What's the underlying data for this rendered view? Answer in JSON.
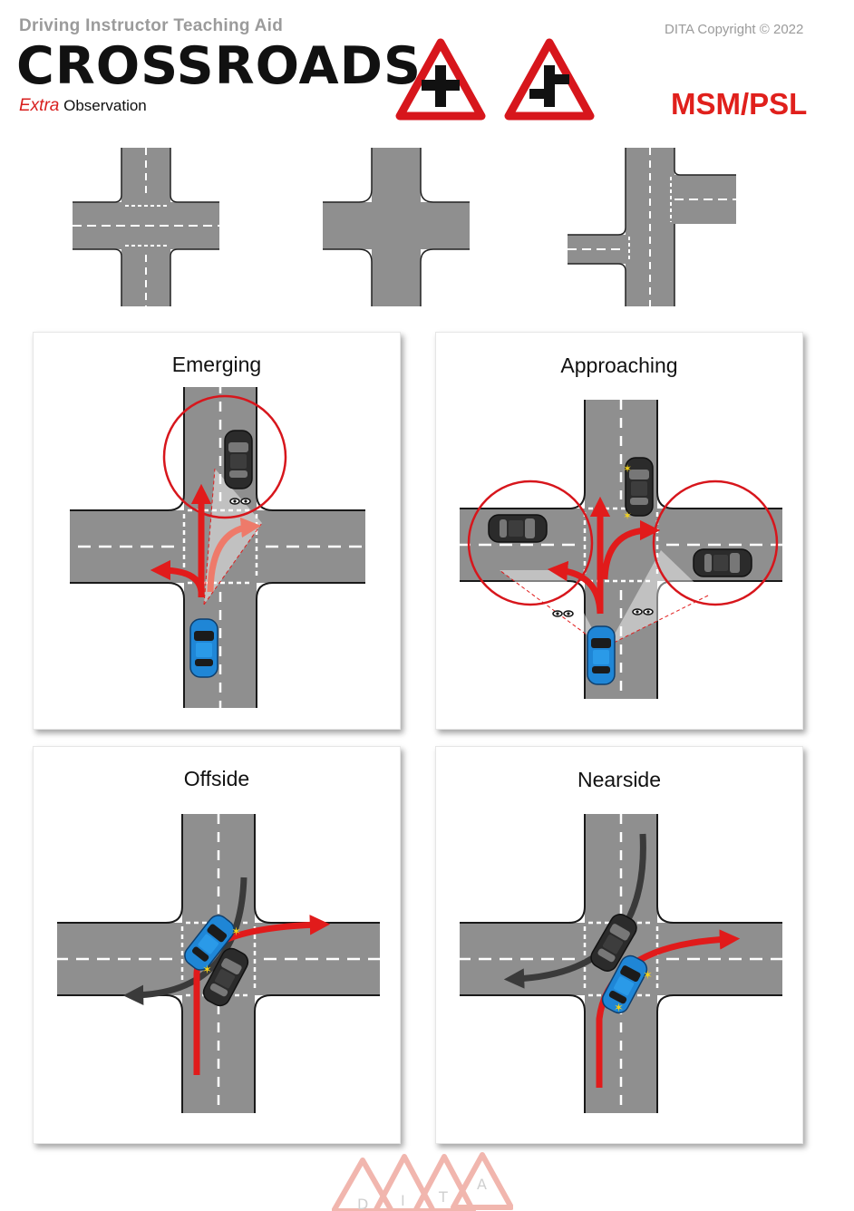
{
  "header": {
    "subtitle": "Driving Instructor Teaching Aid",
    "title": "CROSSROADS",
    "extra_word": "Extra",
    "observation_word": "Observation",
    "copyright": "DITA Copyright © 2022",
    "method": "MSM/PSL"
  },
  "panels": {
    "emerging": "Emerging",
    "approaching": "Approaching",
    "offside": "Offside",
    "nearside": "Nearside"
  },
  "watermark": [
    "D",
    "I",
    "T",
    "A"
  ],
  "colors": {
    "road": "#8f8f8f",
    "verge": "#c8c8c8",
    "arrow_red": "#e11b1b",
    "arrow_dark": "#3a3a3a",
    "circle_red": "#d7161c",
    "car_blue": "#1f86d6",
    "car_dark": "#2b2b2b"
  }
}
